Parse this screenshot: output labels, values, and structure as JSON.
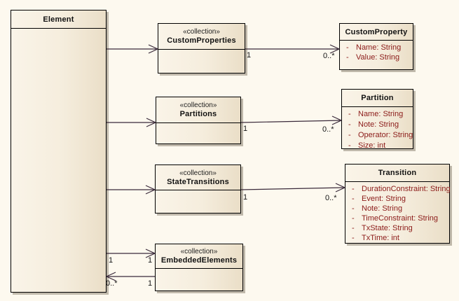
{
  "diagram": {
    "background_color": "#FDF9EF",
    "box_fill_start": "#FAF4E8",
    "box_fill_end": "#EADEC7",
    "box_border_color": "#000000",
    "shadow_color": "#C0B9AB",
    "connector_color": "#3A2A3A",
    "attribute_text_color": "#8B1A18"
  },
  "element": {
    "title": "Element"
  },
  "collections": [
    {
      "stereotype": "«collection»",
      "name": "CustomProperties"
    },
    {
      "stereotype": "«collection»",
      "name": "Partitions"
    },
    {
      "stereotype": "«collection»",
      "name": "StateTransitions"
    },
    {
      "stereotype": "«collection»",
      "name": "EmbeddedElements"
    }
  ],
  "classes": [
    {
      "title": "CustomProperty",
      "attributes": [
        {
          "vis": "-",
          "text": "Name: String"
        },
        {
          "vis": "-",
          "text": "Value: String"
        }
      ]
    },
    {
      "title": "Partition",
      "attributes": [
        {
          "vis": "-",
          "text": "Name: String"
        },
        {
          "vis": "-",
          "text": "Note: String"
        },
        {
          "vis": "-",
          "text": "Operator: String"
        },
        {
          "vis": "-",
          "text": "Size: int"
        }
      ]
    },
    {
      "title": "Transition",
      "attributes": [
        {
          "vis": "-",
          "text": "DurationConstraint: String"
        },
        {
          "vis": "-",
          "text": "Event: String"
        },
        {
          "vis": "-",
          "text": "Note: String"
        },
        {
          "vis": "-",
          "text": "TimeConstraint: String"
        },
        {
          "vis": "-",
          "text": "TxState: String"
        },
        {
          "vis": "-",
          "text": "TxTime: int"
        }
      ]
    }
  ],
  "multiplicities": {
    "custom_properties_source": "1",
    "custom_properties_target": "0..*",
    "partitions_source": "1",
    "partitions_target": "0..*",
    "state_transitions_source": "1",
    "state_transitions_target": "0..*",
    "embedded_top_source": "1",
    "embedded_top_target": "1",
    "embedded_bottom_source": "0..*",
    "embedded_bottom_target": "1"
  }
}
